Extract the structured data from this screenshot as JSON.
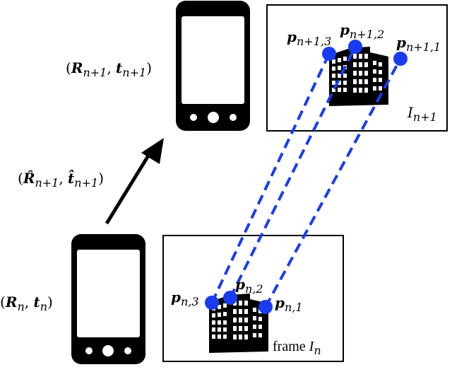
{
  "diagram": {
    "pose_current": {
      "open": "(",
      "R": "R",
      "R_sub": "n",
      "comma": ", ",
      "t": "t",
      "t_sub": "n",
      "close": ")"
    },
    "pose_next": {
      "open": "(",
      "R": "R",
      "R_sub": "n+1",
      "comma": ", ",
      "t": "t",
      "t_sub": "n+1",
      "close": ")"
    },
    "pose_estimate": {
      "open": "(",
      "R": "R̂",
      "R_sub": "n+1",
      "comma": ", ",
      "t": "t̂",
      "t_sub": "n+1",
      "close": ")"
    },
    "frame_current": {
      "prefix": "frame ",
      "I": "I",
      "I_sub": "n"
    },
    "frame_next": {
      "I": "I",
      "I_sub": "n+1"
    },
    "points_current": [
      {
        "p": "p",
        "sub": "n,3"
      },
      {
        "p": "p",
        "sub": "n,2"
      },
      {
        "p": "p",
        "sub": "n,1"
      }
    ],
    "points_next": [
      {
        "p": "p",
        "sub": "n+1,3"
      },
      {
        "p": "p",
        "sub": "n+1,2"
      },
      {
        "p": "p",
        "sub": "n+1,1"
      }
    ],
    "colors": {
      "point": "#1a3cf0",
      "match_line": "#1a3cf0",
      "phone": "#000000",
      "screen": "#ffffff"
    },
    "icons": [
      "phone-icon",
      "building-icon",
      "arrow-icon"
    ]
  }
}
